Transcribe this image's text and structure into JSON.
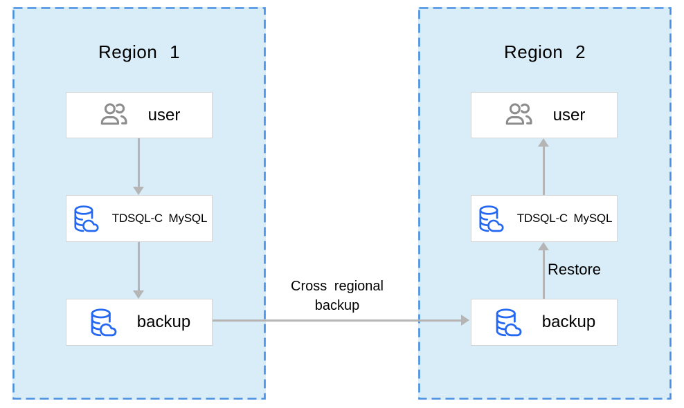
{
  "diagram": {
    "regions": [
      {
        "title": "Region 1",
        "nodes": [
          {
            "label": "user",
            "icon": "users-icon"
          },
          {
            "label": "TDSQL-C MySQL",
            "icon": "cloud-database-icon"
          },
          {
            "label": "backup",
            "icon": "cloud-database-icon"
          }
        ]
      },
      {
        "title": "Region 2",
        "nodes": [
          {
            "label": "user",
            "icon": "users-icon"
          },
          {
            "label": "TDSQL-C MySQL",
            "icon": "cloud-database-icon"
          },
          {
            "label": "backup",
            "icon": "cloud-database-icon"
          }
        ]
      }
    ],
    "labels": {
      "cross_line1": "Cross regional",
      "cross_line2": "backup",
      "restore": "Restore"
    },
    "flows": [
      "region1 user -> region1 TDSQL-C MySQL",
      "region1 TDSQL-C MySQL -> region1 backup",
      "region1 backup -> region2 backup (Cross regional backup)",
      "region2 backup -> region2 TDSQL-C MySQL (Restore)",
      "region2 TDSQL-C MySQL -> region2 user"
    ],
    "colors": {
      "region_fill": "#d9edf9",
      "region_border": "#4a90e2",
      "node_background": "#ffffff",
      "node_border": "#d4d4d4",
      "arrow": "#b5b5b5",
      "icon_blue": "#2468f2",
      "icon_gray": "#8c8c8c",
      "text": "#000000"
    }
  }
}
